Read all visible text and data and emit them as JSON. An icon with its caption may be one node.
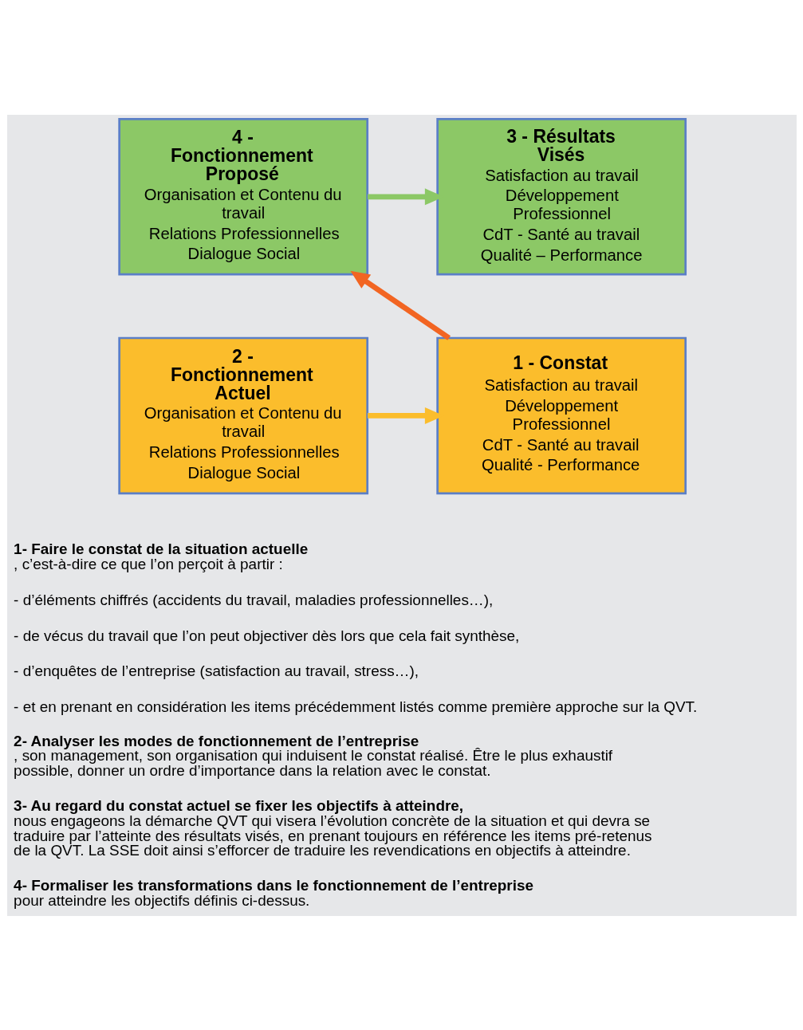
{
  "diagram": {
    "nodes": [
      {
        "text": [
          "4 - Fonctionnement Proposé",
          "Organisation et Contenu du travail",
          "Relations Professionnelles",
          "Dialogue Social"
        ]
      },
      {
        "text": [
          "3 - Résultats Visés",
          "Satisfaction au travail",
          "Développement Professionnel",
          "CdT - Santé au travail",
          "Qualité – Performance"
        ]
      },
      {
        "text": [
          "2 - Fonctionnement Actuel",
          "Organisation et Contenu du travail",
          "Relations Professionnelles",
          "Dialogue Social"
        ]
      },
      {
        "text": [
          "1 - Constat",
          "Satisfaction au travail",
          "Développement Professionnel",
          "CdT - Santé au travail",
          "Qualité - Performance"
        ]
      }
    ],
    "edges": [
      {
        "from": 0,
        "to": 1,
        "arrow": "to",
        "color": "#8cc866"
      },
      {
        "from": 2,
        "to": 3,
        "arrow": "to",
        "color": "#fbbd2c"
      },
      {
        "from": 3,
        "to": 0,
        "arrow": "to",
        "color": "#f26522"
      }
    ],
    "labels": [
      "**1- Faire le constat de la situation actuelle**, c’est-à-dire ce que l’on perçoit à partir :",
      "- d’éléments chiffrés (accidents du travail, maladies professionnelles…),",
      "- de vécus du travail que l’on peut objectiver dès lors que cela fait synthèse,",
      "- d’enquêtes de l’entreprise (satisfaction au travail, stress…),",
      "- et en prenant en considération les items précédemment listés comme première approche sur la QVT.",
      "**2- Analyser les modes de fonctionnement de l’entreprise**, son management, son organisation qui induisent le constat réalisé. Être le plus exhaustif possible, donner un ordre d’importance dans la relation avec le constat.",
      "**3- Au regard du constat actuel se fixer les objectifs à atteindre,** nous engageons la démarche QVT qui visera l’évolution concrète de la situation et qui devra se traduire par l’atteinte des résultats visés, en prenant toujours en référence les items pré-retenus de la QVT. La SSE doit ainsi s’efforcer de traduire les revendications en objectifs à atteindre.",
      "**4- Formaliser les transformations dans le fonctionnement de l’entreprise** pour atteindre les objectifs définis ci-dessus."
    ]
  }
}
